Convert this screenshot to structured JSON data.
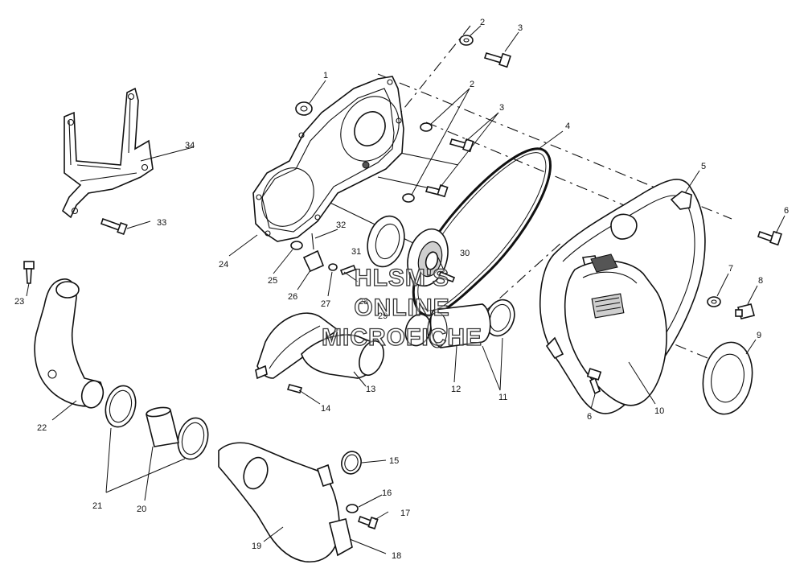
{
  "watermark": {
    "line1": "HLSM'S",
    "line2": "ONLINE",
    "line3": "MICROFICHE"
  },
  "callouts": [
    {
      "id": "c1",
      "label": "1"
    },
    {
      "id": "c2a",
      "label": "2"
    },
    {
      "id": "c2b",
      "label": "2"
    },
    {
      "id": "c3a",
      "label": "3"
    },
    {
      "id": "c3b",
      "label": "3"
    },
    {
      "id": "c4",
      "label": "4"
    },
    {
      "id": "c5",
      "label": "5"
    },
    {
      "id": "c6a",
      "label": "6"
    },
    {
      "id": "c6b",
      "label": "6"
    },
    {
      "id": "c7",
      "label": "7"
    },
    {
      "id": "c8",
      "label": "8"
    },
    {
      "id": "c9",
      "label": "9"
    },
    {
      "id": "c10",
      "label": "10"
    },
    {
      "id": "c11",
      "label": "11"
    },
    {
      "id": "c12",
      "label": "12"
    },
    {
      "id": "c13",
      "label": "13"
    },
    {
      "id": "c14",
      "label": "14"
    },
    {
      "id": "c15",
      "label": "15"
    },
    {
      "id": "c16",
      "label": "16"
    },
    {
      "id": "c17",
      "label": "17"
    },
    {
      "id": "c18",
      "label": "18"
    },
    {
      "id": "c19",
      "label": "19"
    },
    {
      "id": "c20",
      "label": "20"
    },
    {
      "id": "c21",
      "label": "21"
    },
    {
      "id": "c22",
      "label": "22"
    },
    {
      "id": "c23",
      "label": "23"
    },
    {
      "id": "c24",
      "label": "24"
    },
    {
      "id": "c25",
      "label": "25"
    },
    {
      "id": "c26",
      "label": "26"
    },
    {
      "id": "c27",
      "label": "27"
    },
    {
      "id": "c28",
      "label": "28"
    },
    {
      "id": "c29",
      "label": "29"
    },
    {
      "id": "c30",
      "label": "30"
    },
    {
      "id": "c31",
      "label": "31"
    },
    {
      "id": "c32",
      "label": "32"
    },
    {
      "id": "c33",
      "label": "33"
    },
    {
      "id": "c34",
      "label": "34"
    }
  ]
}
